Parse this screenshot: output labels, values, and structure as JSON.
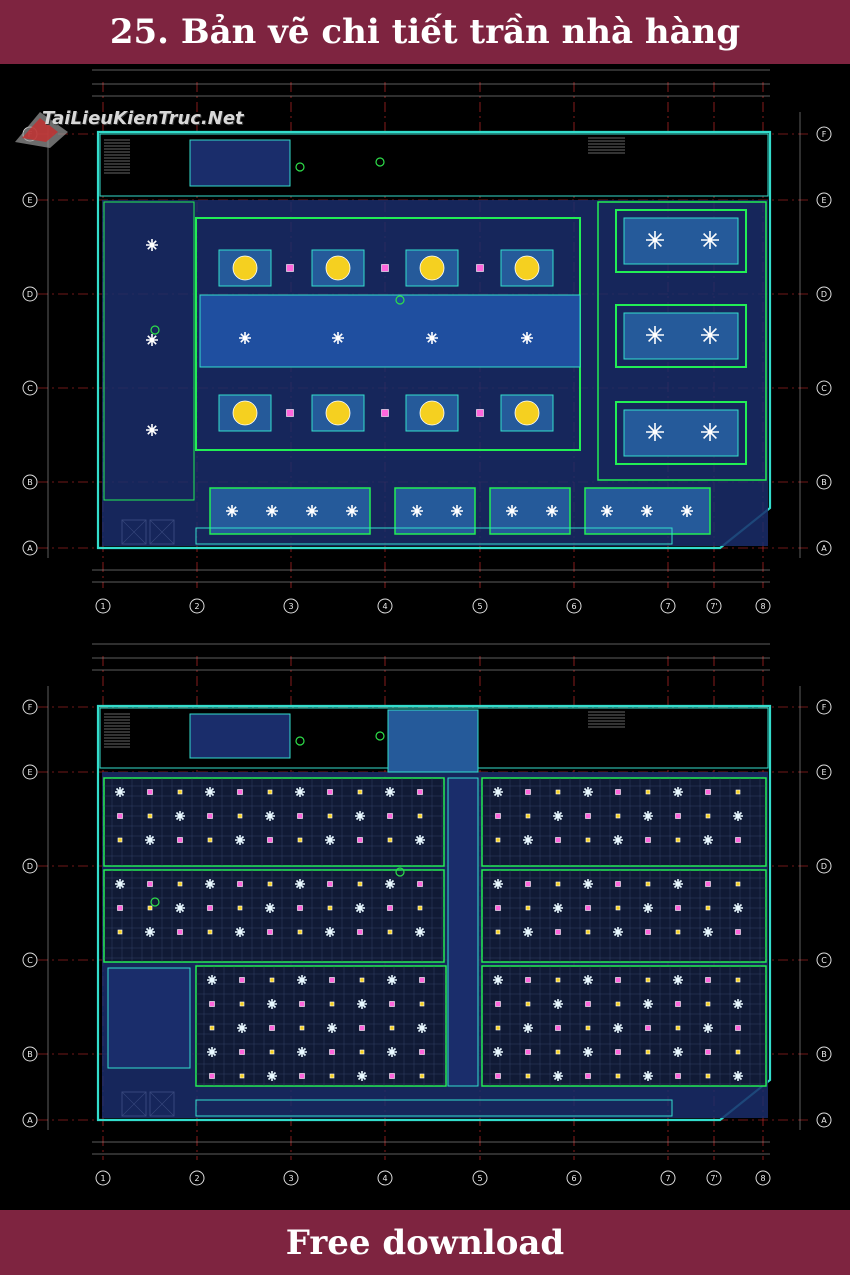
{
  "header": {
    "title": "25. Bản vẽ chi tiết trần nhà hàng"
  },
  "footer": {
    "label": "Free download"
  },
  "watermark": {
    "text": "TaiLieuKienTruc.Net"
  },
  "grid": {
    "rows": [
      "F",
      "E",
      "D",
      "C",
      "B",
      "A"
    ],
    "columns": [
      "1",
      "2",
      "3",
      "4",
      "5",
      "6",
      "7",
      "7'",
      "8"
    ]
  },
  "colors": {
    "banner": "#7e2440",
    "wall": "#33ddcc",
    "partition": "#22ee55",
    "gridline": "#e03030",
    "ceiling_fill": "#1a2d6b",
    "fixture_gold": "#f5d020",
    "fixture_pink": "#ff66dd"
  }
}
